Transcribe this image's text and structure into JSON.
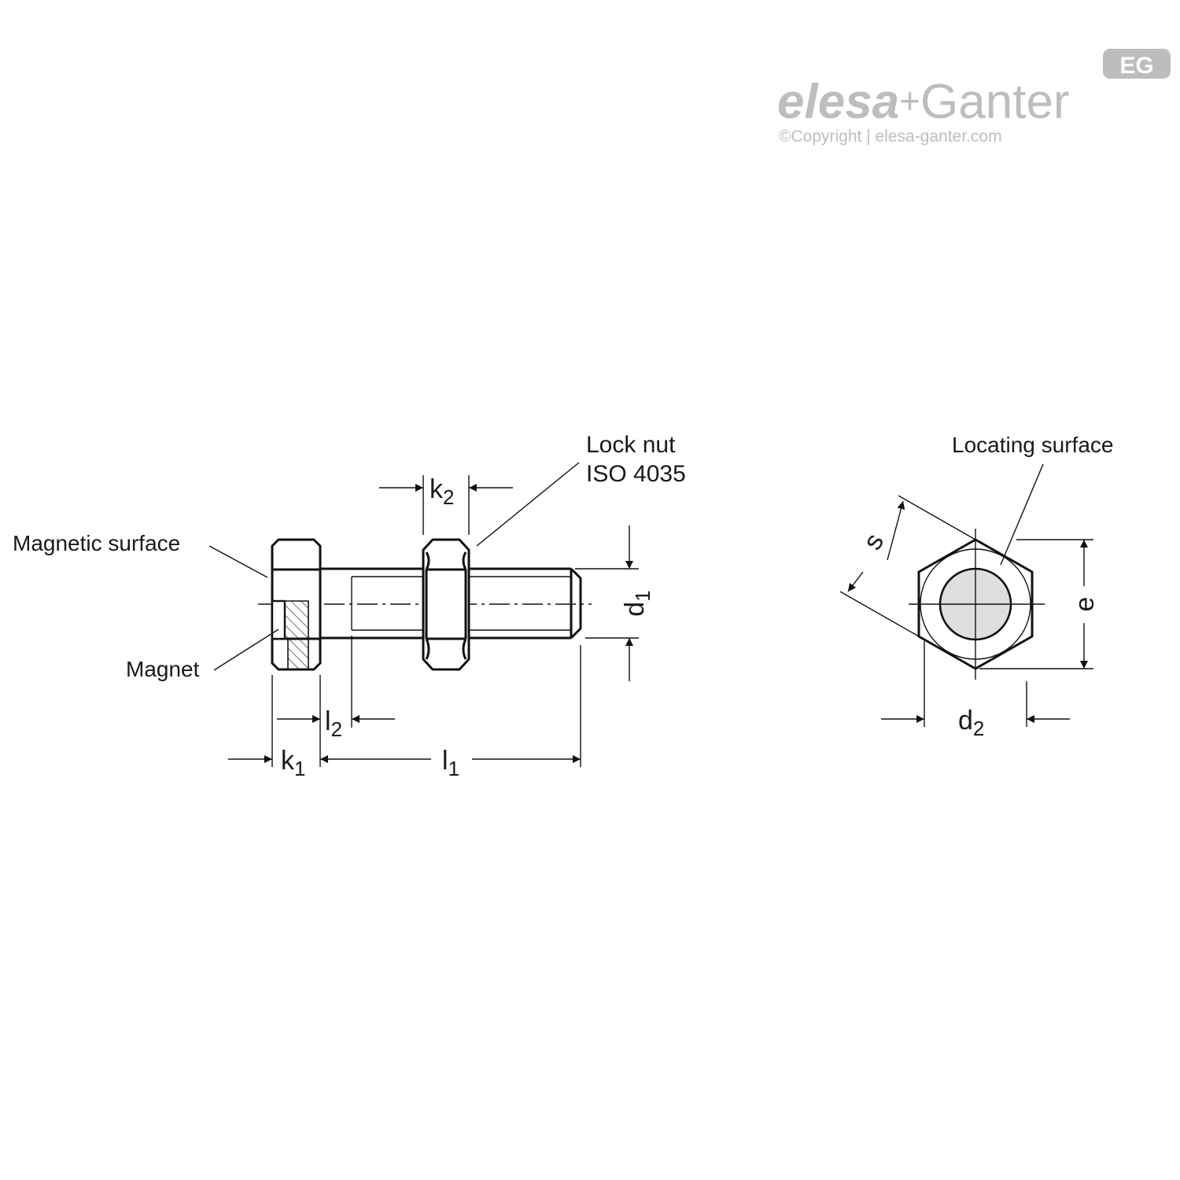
{
  "brand": {
    "logo_left": "elesa",
    "logo_plus": "+",
    "logo_right": "Ganter",
    "badge": "EG",
    "copyright": "©Copyright | elesa-ganter.com"
  },
  "labels": {
    "lock_nut_line1": "Lock nut",
    "lock_nut_line2": "ISO 4035",
    "magnetic_surface": "Magnetic surface",
    "magnet": "Magnet",
    "locating_surface": "Locating surface"
  },
  "dimensions": {
    "k2": {
      "base": "k",
      "sub": "2"
    },
    "d1": {
      "base": "d",
      "sub": "1"
    },
    "l2": {
      "base": "l",
      "sub": "2"
    },
    "k1": {
      "base": "k",
      "sub": "1"
    },
    "l1": {
      "base": "l",
      "sub": "1"
    },
    "s": {
      "base": "s",
      "sub": ""
    },
    "e": {
      "base": "e",
      "sub": ""
    },
    "d2": {
      "base": "d",
      "sub": "2"
    }
  },
  "colors": {
    "line": "#111111",
    "brand_grey": "#bdbdbd",
    "fill_grey": "#dedede"
  }
}
